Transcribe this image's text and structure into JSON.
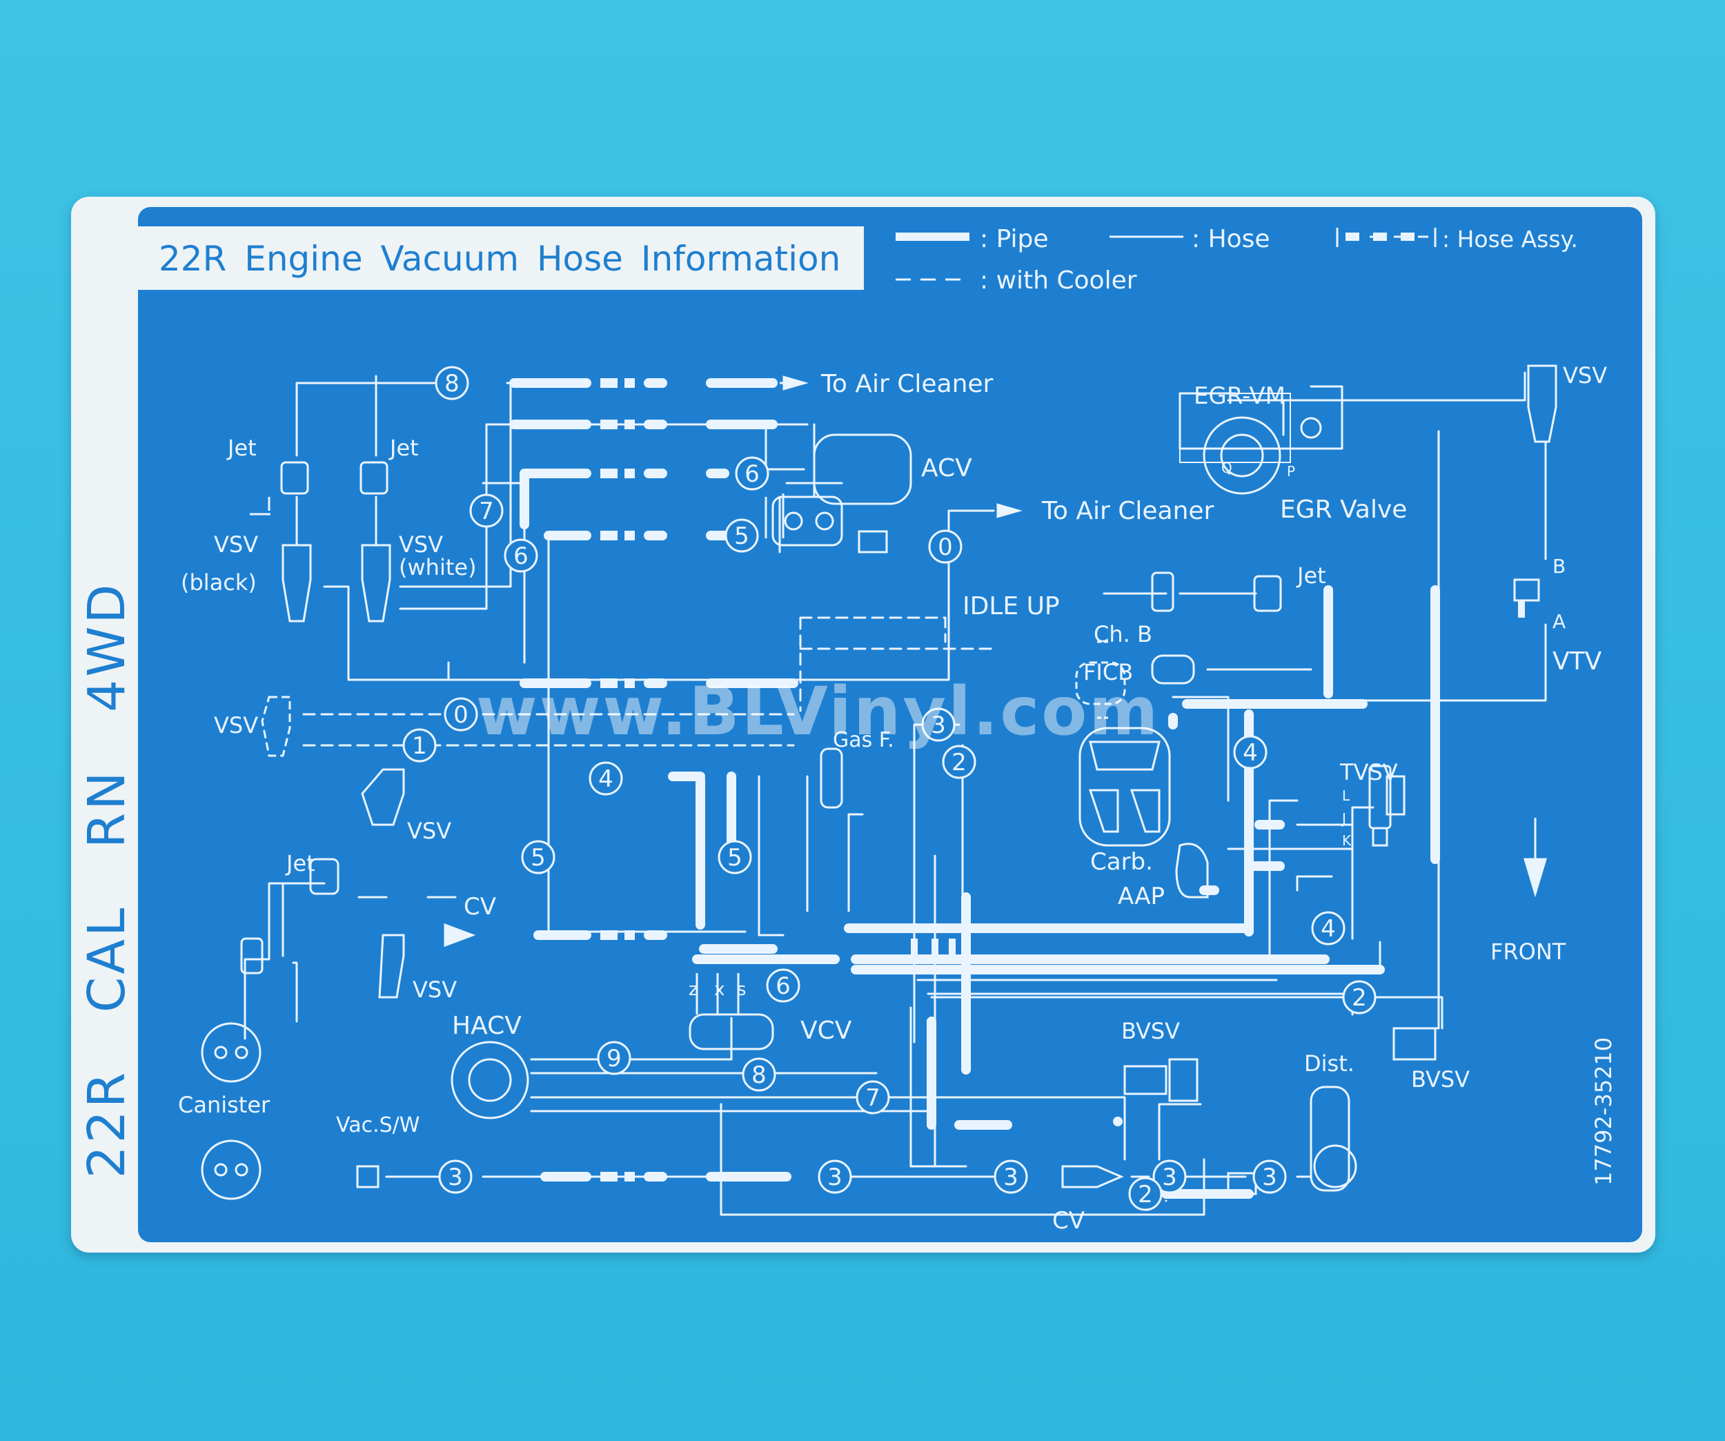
{
  "title": "22R Engine Vacuum Hose Information",
  "side_label": "22R   CAL   RN   4WD",
  "part_number": "17792-35210",
  "watermark": "www.BLVinyl.com",
  "legend": {
    "pipe": ": Pipe",
    "hose": ": Hose",
    "hose_assy": ": Hose Assy.",
    "with_cooler": ": with Cooler"
  },
  "labels": {
    "to_air_cleaner_1": "To Air Cleaner",
    "to_air_cleaner_2": "To Air Cleaner",
    "jet_left": "Jet",
    "jet_mid": "Jet",
    "jet_right": "Jet",
    "jet_lower": "Jet",
    "acv": "ACV",
    "egr_vm": "EGR-VM",
    "vsv_top_right": "VSV",
    "egr_valve": "EGR Valve",
    "vsv_black_1": "VSV",
    "vsv_black_2": "(black)",
    "vsv_white_1": "VSV",
    "vsv_white_2": "(white)",
    "idle_up": "IDLE UP",
    "ch_b": "Ch. B",
    "ficb": "FICB",
    "b": "B",
    "a": "A",
    "vtv": "VTV",
    "vsv_dashed": "VSV",
    "gas_f": "Gas F.",
    "vsv_mid": "VSV",
    "tvsv": "TVSV",
    "l": "L",
    "j": "J",
    "k": "K",
    "carb": "Carb.",
    "aap": "AAP",
    "cv_upper": "CV",
    "vsv_lower": "VSV",
    "front": "FRONT",
    "z": "z",
    "x": "x",
    "s": "s",
    "vcv": "VCV",
    "hacv": "HACV",
    "bvsv_mid": "BVSV",
    "bvsv_right": "BVSV",
    "dist": "Dist.",
    "canister": "Canister",
    "vac_sw": "Vac.S/W",
    "cv_lower": "CV",
    "q": "Q",
    "p": "P"
  },
  "hose_numbers": [
    "8",
    "7",
    "6",
    "6",
    "5",
    "0",
    "0",
    "1",
    "4",
    "3",
    "2",
    "4",
    "4",
    "5",
    "5",
    "6",
    "9",
    "8",
    "7",
    "2",
    "3",
    "3",
    "3",
    "3",
    "3",
    "2"
  ],
  "colors": {
    "panel": "#1e7fd0",
    "lines": "#eaf4ff",
    "sticker": "#eef3f6",
    "background": "#3ec3e6"
  }
}
